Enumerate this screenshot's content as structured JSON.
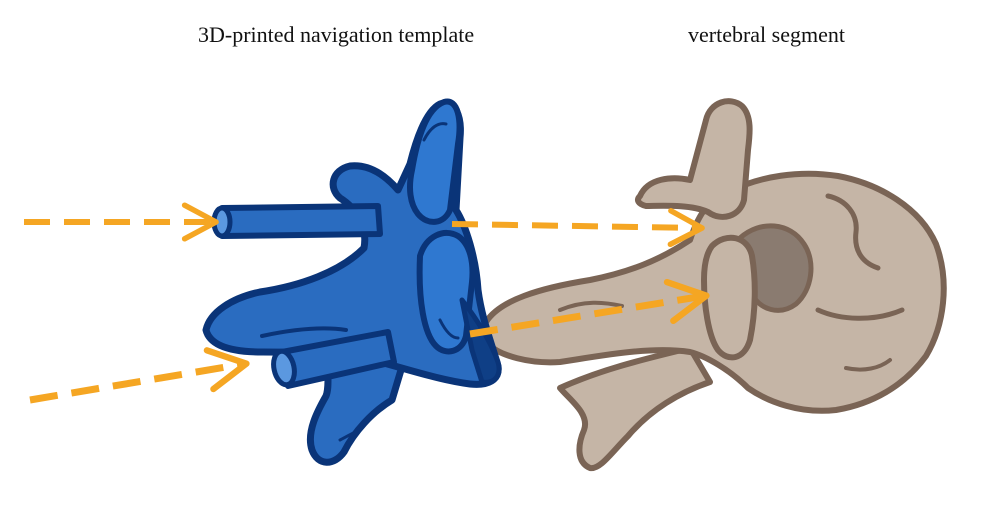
{
  "labels": {
    "template": "3D-printed navigation template",
    "vertebra": "vertebral segment"
  },
  "colors": {
    "template_fill": "#2a6cc0",
    "template_dark": "#0f3f86",
    "template_outline": "#0a3478",
    "bone_fill": "#c5b5a6",
    "bone_shade": "#8a7b70",
    "bone_outline": "#7a6455",
    "arrow": "#f5a623"
  },
  "icons": {
    "template": "navigation-template-shape",
    "vertebra": "vertebra-bone-shape",
    "trajectory": "dashed-arrow"
  }
}
